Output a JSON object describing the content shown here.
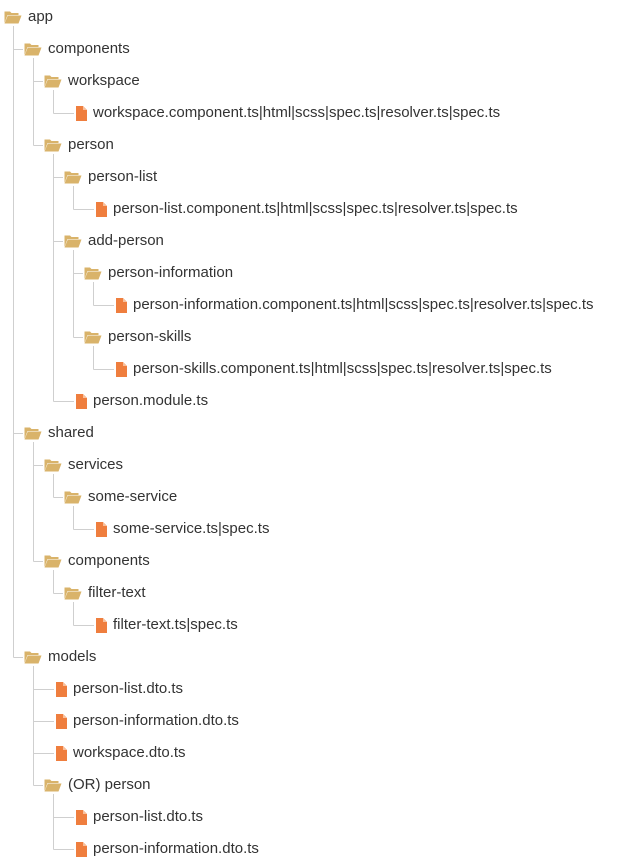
{
  "tree": {
    "label": "app",
    "type": "folder",
    "children": [
      {
        "label": "components",
        "type": "folder",
        "children": [
          {
            "label": "workspace",
            "type": "folder",
            "children": [
              {
                "label": "workspace.component.ts|html|scss|spec.ts|resolver.ts|spec.ts",
                "type": "file"
              }
            ]
          },
          {
            "label": "person",
            "type": "folder",
            "children": [
              {
                "label": "person-list",
                "type": "folder",
                "children": [
                  {
                    "label": "person-list.component.ts|html|scss|spec.ts|resolver.ts|spec.ts",
                    "type": "file"
                  }
                ]
              },
              {
                "label": "add-person",
                "type": "folder",
                "children": [
                  {
                    "label": "person-information",
                    "type": "folder",
                    "children": [
                      {
                        "label": "person-information.component.ts|html|scss|spec.ts|resolver.ts|spec.ts",
                        "type": "file"
                      }
                    ]
                  },
                  {
                    "label": "person-skills",
                    "type": "folder",
                    "children": [
                      {
                        "label": "person-skills.component.ts|html|scss|spec.ts|resolver.ts|spec.ts",
                        "type": "file"
                      }
                    ]
                  }
                ]
              },
              {
                "label": "person.module.ts",
                "type": "file"
              }
            ]
          }
        ]
      },
      {
        "label": "shared",
        "type": "folder",
        "children": [
          {
            "label": "services",
            "type": "folder",
            "children": [
              {
                "label": "some-service",
                "type": "folder",
                "children": [
                  {
                    "label": "some-service.ts|spec.ts",
                    "type": "file"
                  }
                ]
              }
            ]
          },
          {
            "label": "components",
            "type": "folder",
            "children": [
              {
                "label": "filter-text",
                "type": "folder",
                "children": [
                  {
                    "label": "filter-text.ts|spec.ts",
                    "type": "file"
                  }
                ]
              }
            ]
          }
        ]
      },
      {
        "label": "models",
        "type": "folder",
        "children": [
          {
            "label": "person-list.dto.ts",
            "type": "file"
          },
          {
            "label": "person-information.dto.ts",
            "type": "file"
          },
          {
            "label": "workspace.dto.ts",
            "type": "file"
          },
          {
            "label": "(OR) person",
            "type": "folder",
            "children": [
              {
                "label": "person-list.dto.ts",
                "type": "file"
              },
              {
                "label": "person-information.dto.ts",
                "type": "file"
              }
            ]
          }
        ]
      }
    ]
  },
  "colors": {
    "folder": "#d9b36a",
    "file": "#ef7e3e",
    "connector": "#cfcfcf",
    "text": "#333333"
  },
  "icons": {
    "folder": "folder-open-icon",
    "file": "file-icon"
  }
}
